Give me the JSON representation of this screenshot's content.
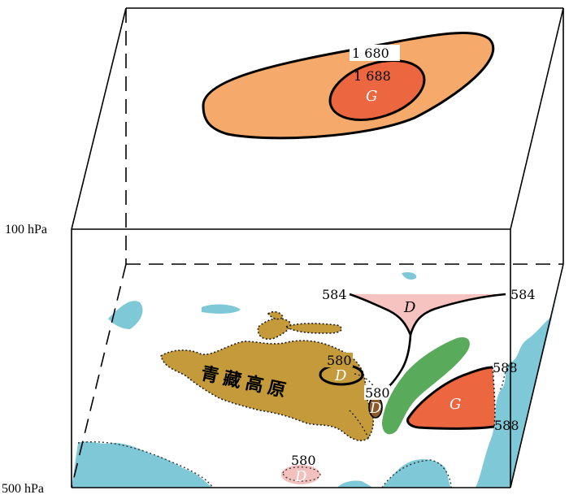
{
  "levels": {
    "upper": "100 hPa",
    "lower": "500 hPa"
  },
  "upper_map": {
    "outer_contour": "1 680",
    "inner_contour": "1 688",
    "center": "G"
  },
  "lower_map": {
    "plateau_label": "青藏高原",
    "trough_label_left": "584",
    "trough_label_right": "584",
    "trough_center": "D",
    "low1_value": "580",
    "low1_center": "D",
    "low2_value": "580",
    "low2_center": "D",
    "low3_value": "580",
    "low3_center": "D",
    "high_label_top": "588",
    "high_label_bottom": "588",
    "high_center": "G"
  },
  "colors": {
    "upper_outer": "#f5aa6c",
    "upper_inner": "#ec6640",
    "plateau": "#c49a3a",
    "trough": "#f7c3c0",
    "green_band": "#5aaa5c",
    "high": "#ec6640",
    "sea": "#7ec8d8",
    "low_pink": "#f2c0bd"
  }
}
